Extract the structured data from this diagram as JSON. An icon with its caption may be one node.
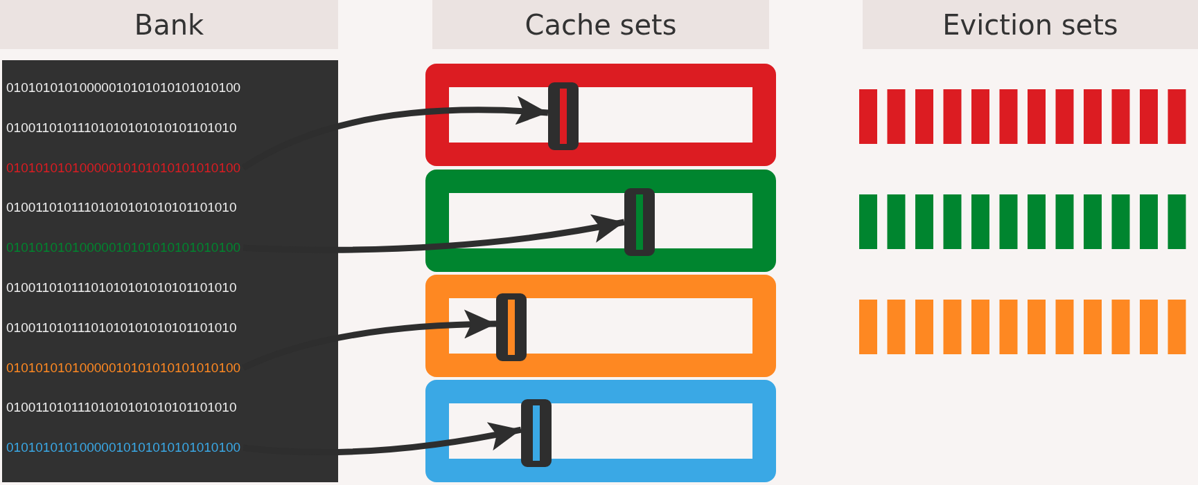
{
  "diagram": {
    "nodes": [
      {
        "text": [
          "Bank"
        ]
      },
      {
        "text": [
          "Cache sets"
        ]
      },
      {
        "text": [
          "Eviction sets"
        ]
      },
      {
        "text": [],
        "shape": "box"
      },
      {
        "text": [
          "01010101010000010101010101010100"
        ],
        "in": 3
      },
      {
        "text": [
          "01001101011101010101010101101010"
        ],
        "in": 3
      },
      {
        "text": [
          "01010101010000010101010101010100"
        ],
        "in": 3
      },
      {
        "text": [
          "01001101011101010101010101101010"
        ],
        "in": 3
      },
      {
        "text": [
          "01010101010000010101010101010100"
        ],
        "in": 3
      },
      {
        "text": [
          "01001101011101010101010101101010"
        ],
        "in": 3
      },
      {
        "text": [
          "01001101011101010101010101101010"
        ],
        "in": 3
      },
      {
        "text": [
          "01010101010000010101010101010100"
        ],
        "in": 3
      },
      {
        "text": [
          "01001101011101010101010101101010"
        ],
        "in": 3
      },
      {
        "text": [
          "01010101010000010101010101010100"
        ],
        "in": 3
      },
      {
        "text": [],
        "shape": "box"
      },
      {
        "text": [],
        "shape": "bar",
        "in": 14
      },
      {
        "text": [],
        "shape": "box"
      },
      {
        "text": [],
        "shape": "bar",
        "in": 16
      },
      {
        "text": [],
        "shape": "box"
      },
      {
        "text": [],
        "shape": "bar",
        "in": 18
      },
      {
        "text": [],
        "shape": "box"
      },
      {
        "text": [],
        "shape": "bar",
        "in": 20
      }
    ],
    "edges": [
      {
        "from": 6,
        "to": 15,
        "arrow": "to"
      },
      {
        "from": 8,
        "to": 17,
        "arrow": "to"
      },
      {
        "from": 11,
        "to": 19,
        "arrow": "to"
      },
      {
        "from": 13,
        "to": 21,
        "arrow": "to"
      }
    ]
  }
}
